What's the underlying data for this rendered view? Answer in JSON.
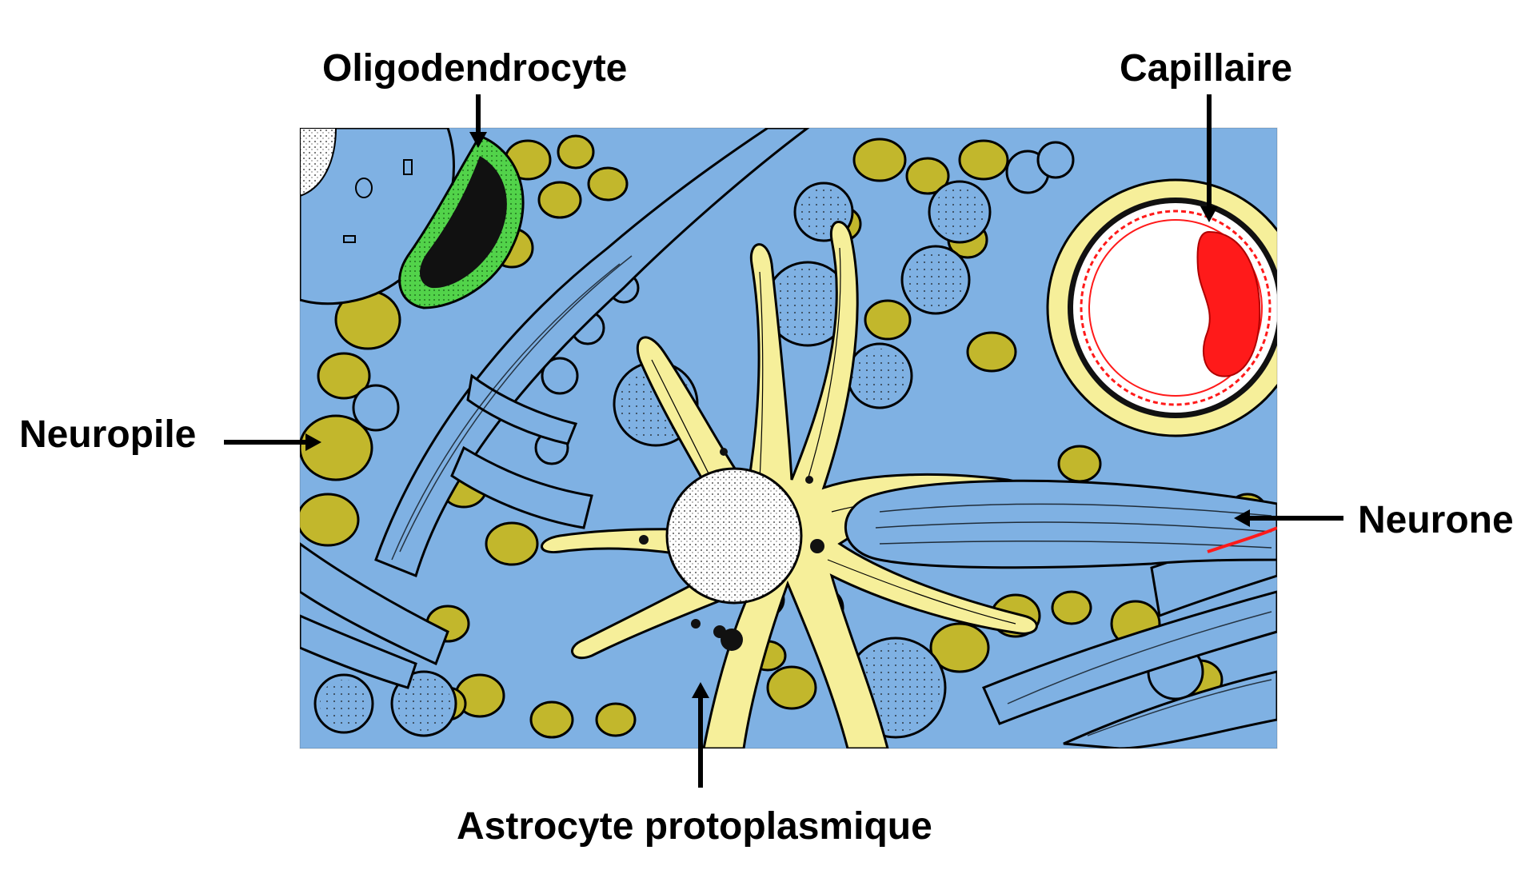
{
  "labels": {
    "oligodendrocyte": "Oligodendrocyte",
    "capillaire": "Capillaire",
    "neuropile": "Neuropile",
    "neurone": "Neurone",
    "astrocyte": "Astrocyte protoplasmique"
  },
  "colors": {
    "neuronal_blue": "#7fb1e3",
    "glial_olive": "#c2b72c",
    "astrocyte_yellow": "#f6ef9a",
    "oligodendrocyte_green": "#52d34a",
    "capillary_red": "#ff1a1a",
    "outline": "#000000"
  }
}
